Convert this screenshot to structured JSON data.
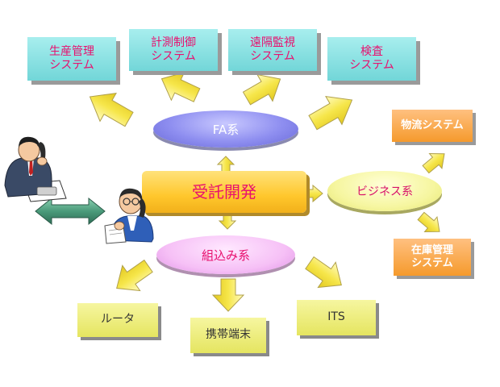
{
  "center": {
    "label": "受託開発"
  },
  "categories": {
    "fa": "FA系",
    "business": "ビジネス系",
    "embedded": "組込み系"
  },
  "fa_systems": [
    "生産管理\nシステム",
    "計測制御\nシステム",
    "遠隔監視\nシステム",
    "検査\nシステム"
  ],
  "business_systems": [
    "物流システム",
    "在庫管理\nシステム"
  ],
  "embedded_systems": [
    "ルータ",
    "携帯端末",
    "ITS"
  ],
  "colors": {
    "teal_box": "#7fdcdc",
    "orange_box": "#f8a040",
    "yellow_box": "#eded80",
    "center_box": "#ffc72c",
    "fa_ellipse": "#8e8ef0",
    "business_ellipse": "#f6f6a0",
    "embedded_ellipse": "#f6c0f6",
    "arrow_yellow": "#f6e64a",
    "arrow_green": "#4a9a7a",
    "text_pink": "#e8106e"
  },
  "icons": [
    "customer-phone-icon",
    "engineer-phone-icon"
  ]
}
